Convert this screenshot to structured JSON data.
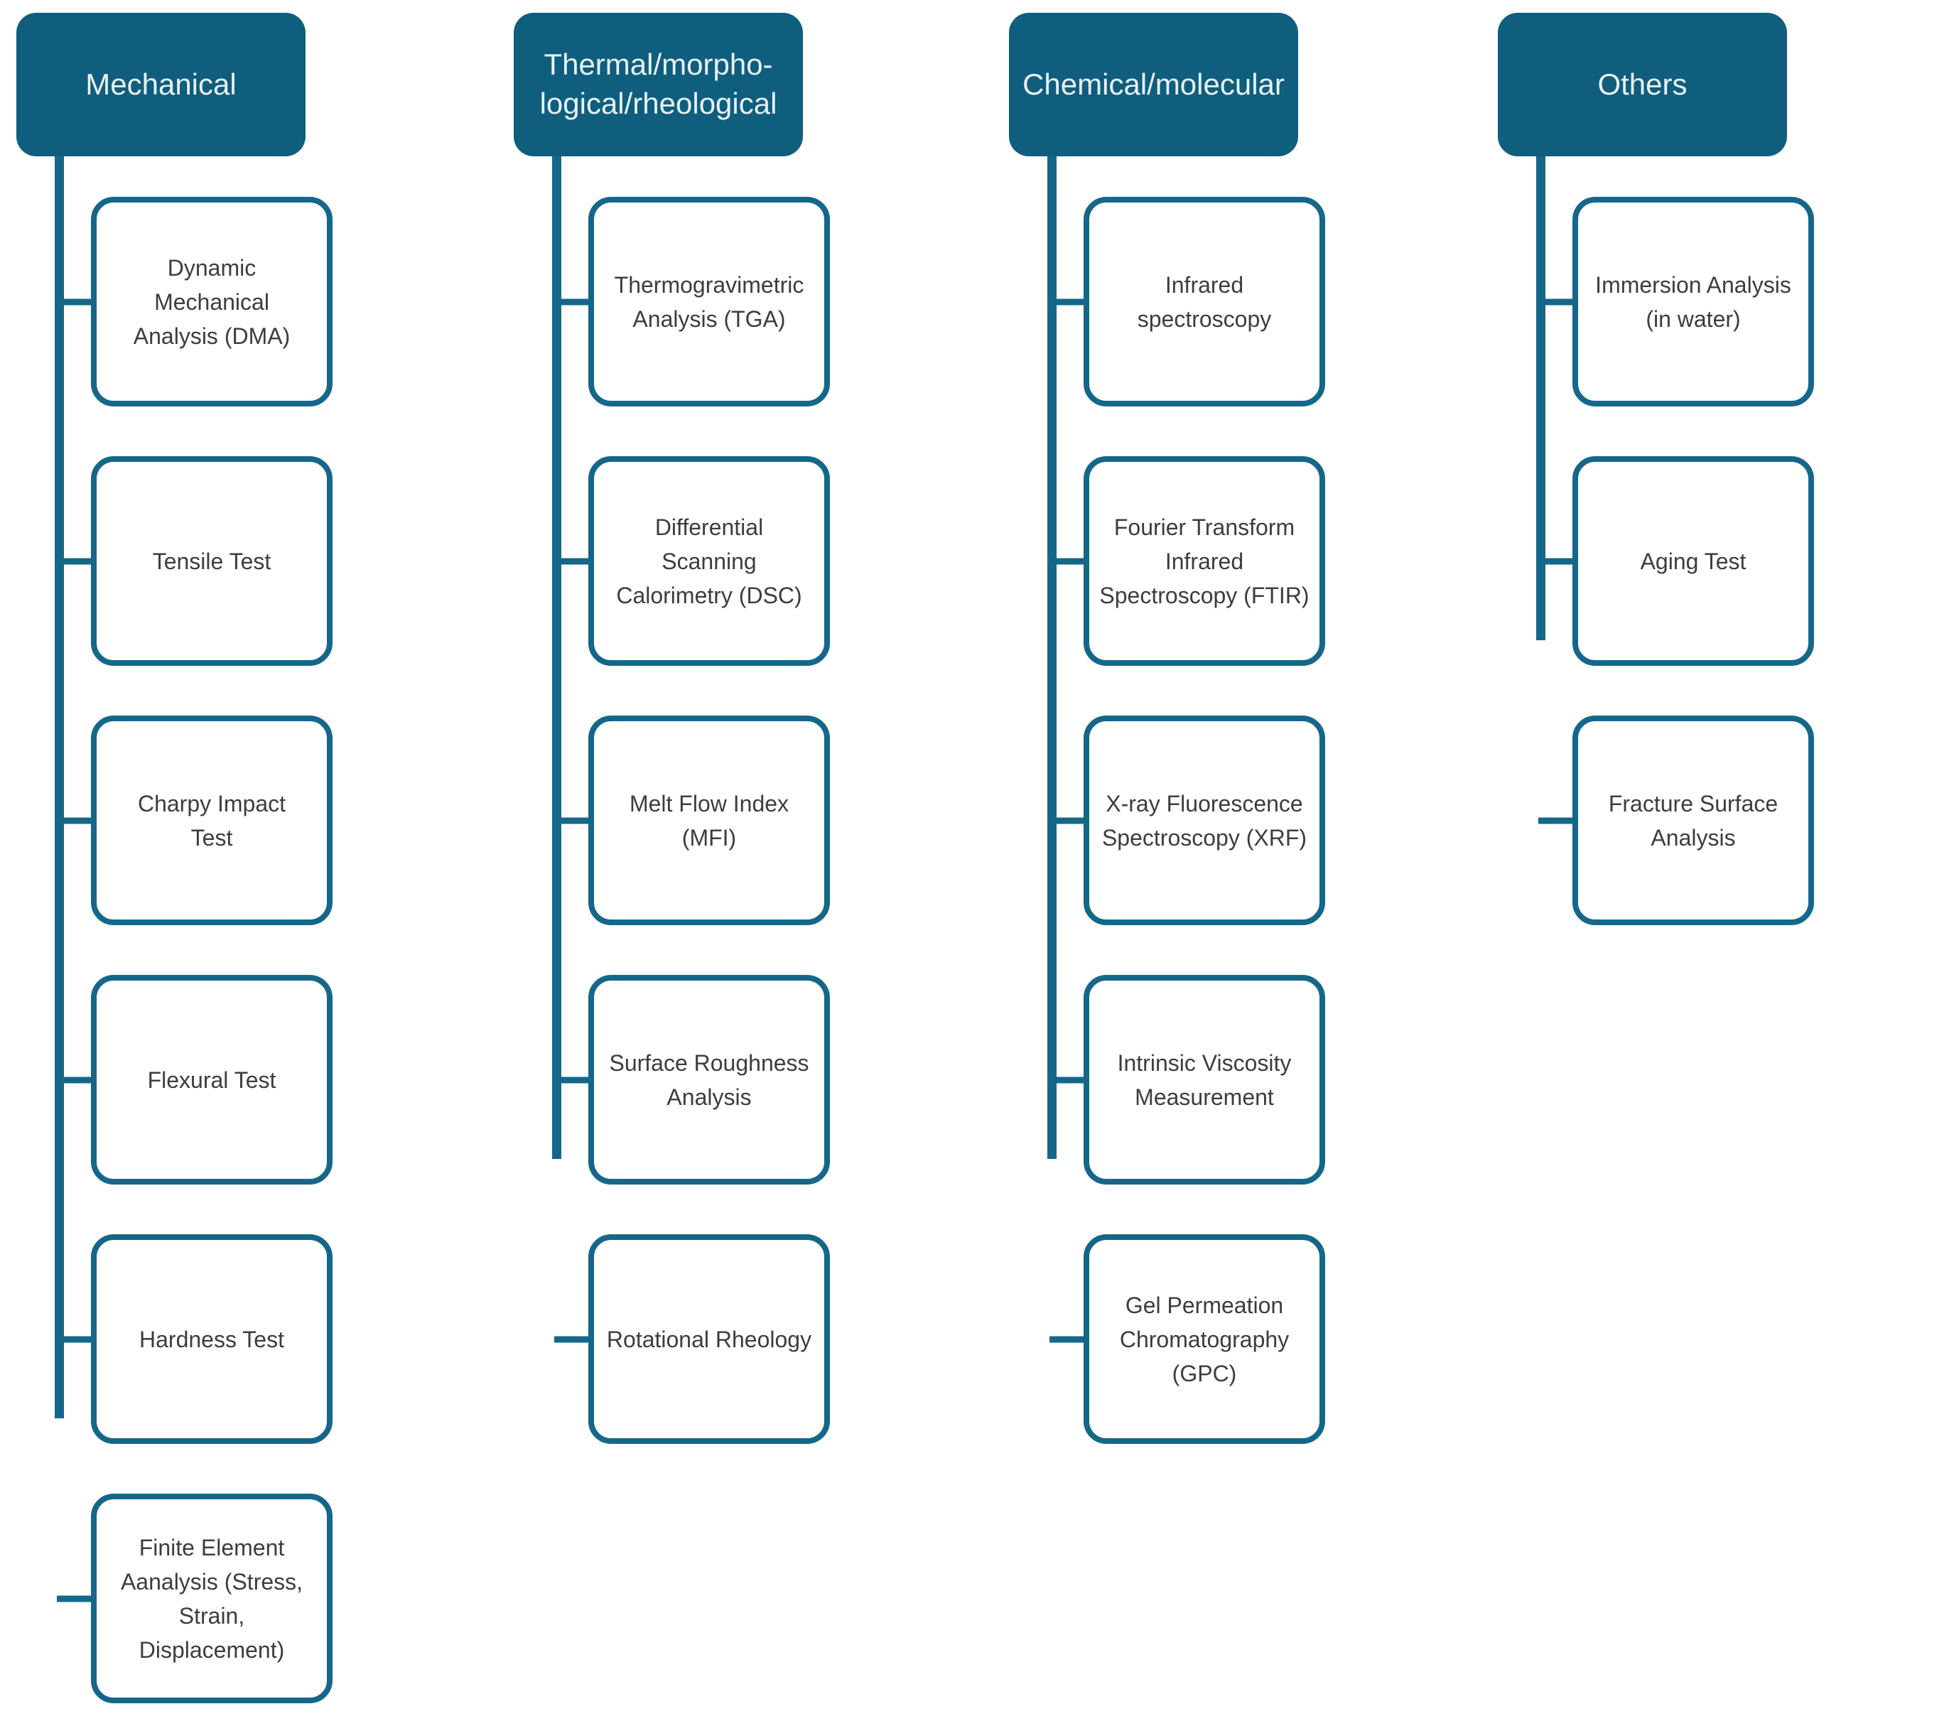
{
  "diagram": {
    "colors": {
      "header_fill": "#0F5E7E",
      "line": "#15678A",
      "header_text": "#E8F1F6",
      "child_text": "#3D3D3D",
      "background": "#FFFFFF"
    },
    "columns": [
      {
        "header": "Mechanical",
        "children": [
          "Dynamic\nMechanical\nAnalysis (DMA)",
          "Tensile Test",
          "Charpy Impact\nTest",
          "Flexural Test",
          "Hardness Test",
          "Finite Element\nAanalysis (Stress,\nStrain,\nDisplacement)"
        ]
      },
      {
        "header": "Thermal/morpho-\nlogical/rheological",
        "children": [
          "Thermogravimetric\nAnalysis (TGA)",
          "Differential\nScanning\nCalorimetry (DSC)",
          "Melt Flow Index\n(MFI)",
          "Surface Roughness\nAnalysis",
          "Rotational Rheology"
        ]
      },
      {
        "header": "Chemical/molecular",
        "children": [
          "Infrared\nspectroscopy",
          "Fourier Transform\nInfrared\nSpectroscopy (FTIR)",
          "X-ray Fluorescence\nSpectroscopy (XRF)",
          "Intrinsic Viscosity\nMeasurement",
          "Gel Permeation\nChromatography\n(GPC)"
        ]
      },
      {
        "header": "Others",
        "children": [
          "Immersion Analysis\n(in water)",
          "Aging Test",
          "Fracture Surface\nAnalysis"
        ]
      }
    ]
  }
}
